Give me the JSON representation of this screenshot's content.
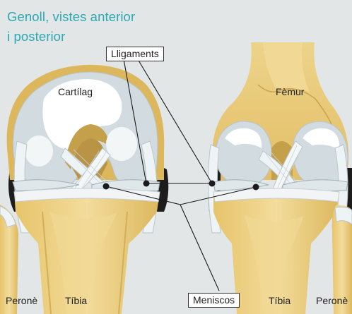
{
  "title": {
    "line1": "Genoll, vistes anterior",
    "line2": "i posterior"
  },
  "labels": {
    "ligaments": "Lligaments",
    "cartilage": "Cartílag",
    "femur": "Fèmur",
    "menisci": "Meniscos",
    "fibula_left": "Peronè",
    "tibia_left": "Tíbia",
    "tibia_right": "Tíbia",
    "fibula_right": "Peronè"
  },
  "colors": {
    "title": "#2aa9b2",
    "background": "#e3e6e7",
    "bone": "#e8c872",
    "bone_shade": "#c9a24d",
    "cartilage": "#d3dde1",
    "cartilage_highlight": "#ffffff",
    "ligament": "#eef3f5",
    "leader_line": "#1a1a1a"
  }
}
